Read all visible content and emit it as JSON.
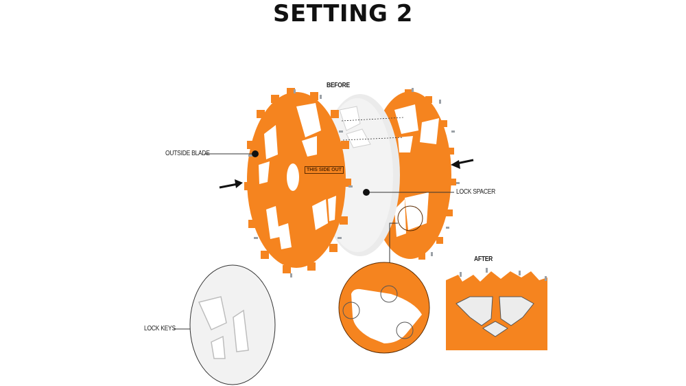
{
  "title": "SETTING 2",
  "labels": {
    "before": "BEFORE",
    "after": "AFTER",
    "outside_blade": "OUTSIDE BLADE",
    "lock_spacer": "LOCK SPACER",
    "lock_keys": "LOCK KEYS",
    "this_side_out": "THIS SIDE OUT"
  },
  "colors": {
    "blade_orange": "#f5841f",
    "spacer_white": "#ececec",
    "background": "#ffffff",
    "text": "#111111",
    "tooth_gray": "#9aa0a6"
  }
}
